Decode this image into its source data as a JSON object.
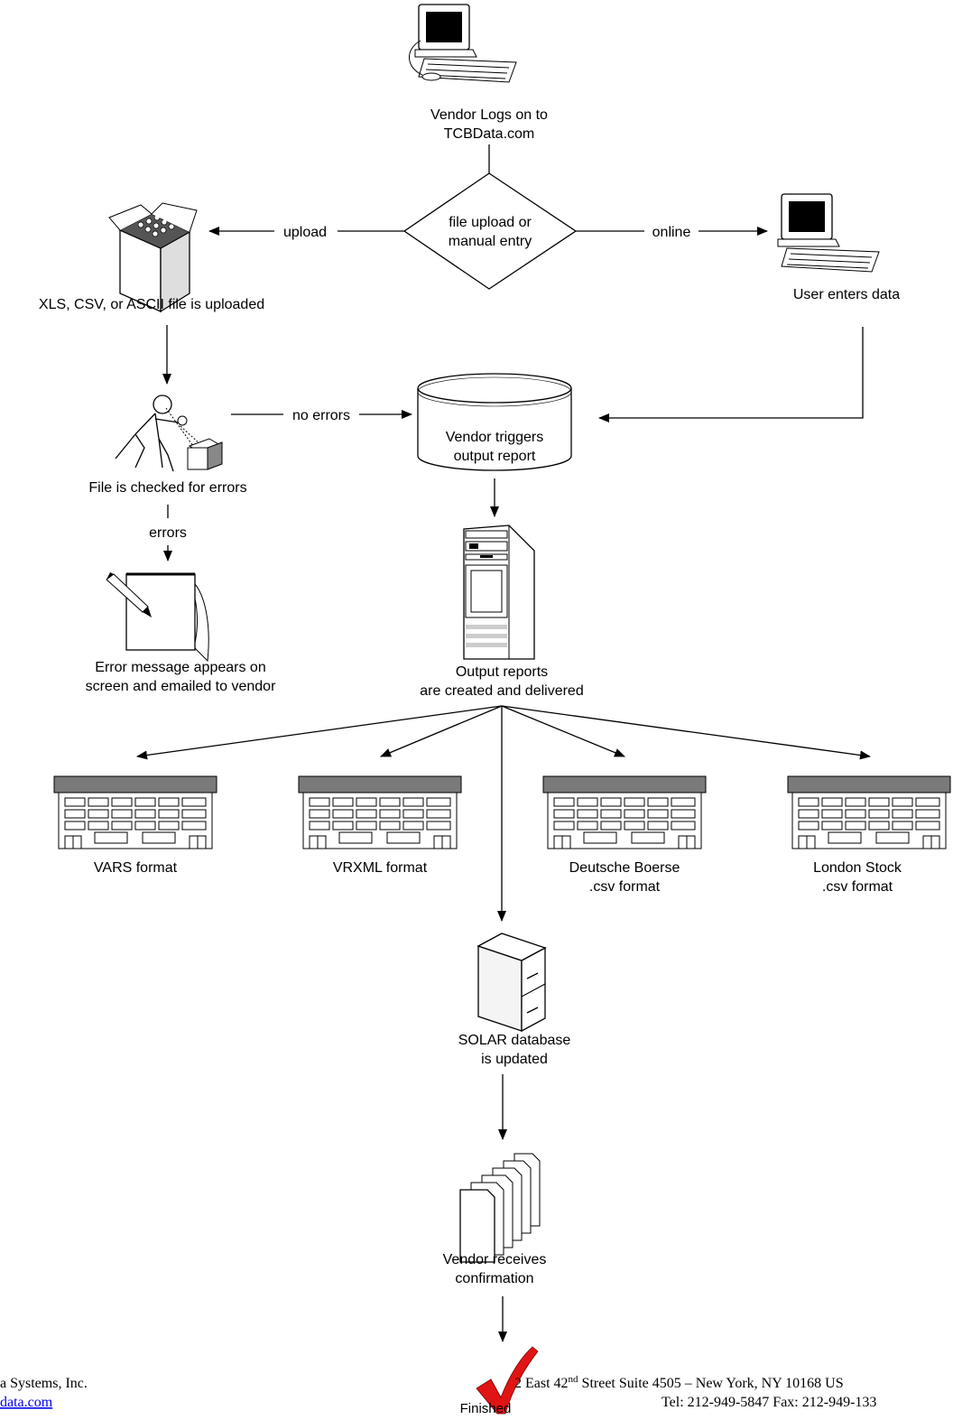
{
  "diagram": {
    "nodes": {
      "vendor_logon": [
        "Vendor Logs on to",
        "TCBData.com"
      ],
      "decision": [
        "file upload or",
        "manual entry"
      ],
      "file_uploaded": [
        "XLS, CSV, or ASCII file is uploaded"
      ],
      "user_enters": [
        "User enters data"
      ],
      "file_checked": [
        "File is checked for errors"
      ],
      "output_trigger": [
        "Vendor triggers",
        "output report"
      ],
      "error_message": [
        "Error message appears on",
        "screen and emailed to vendor"
      ],
      "output_reports": [
        "Output reports",
        "are created and delivered"
      ],
      "vars": [
        "VARS format"
      ],
      "vrxml": [
        "VRXML format"
      ],
      "deutsche": [
        "Deutsche Boerse",
        ".csv format"
      ],
      "london": [
        "London Stock",
        ".csv format"
      ],
      "solar": [
        "SOLAR database",
        "is updated"
      ],
      "confirmation": [
        "Vendor receives",
        "confirmation"
      ],
      "finished": [
        "Finished"
      ]
    },
    "edges": {
      "upload": "upload",
      "online": "online",
      "no_errors": "no errors",
      "errors": "errors"
    }
  },
  "footer": {
    "company": "a Systems, Inc.",
    "link": "data.com",
    "address_pre": "2 East 42",
    "address_sup": "nd",
    "address_post": " Street Suite 4505 – New York, NY 10168 US",
    "phone": "Tel: 212-949-5847  Fax: 212-949-133"
  }
}
